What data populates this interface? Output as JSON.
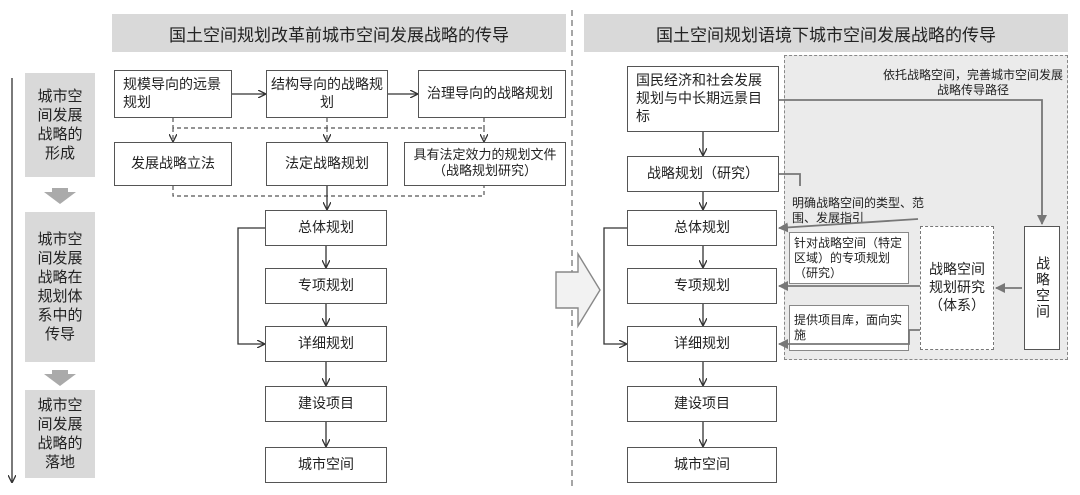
{
  "headers": {
    "left": "国土空间规划改革前城市空间发展战略的传导",
    "right": "国土空间规划语境下城市空间发展战略的传导"
  },
  "stages": [
    "城市空间发展战略的形成",
    "城市空间发展战略在规划体系中的传导",
    "城市空间发展战略的落地"
  ],
  "left": {
    "top_row": [
      "规模导向的远景规划",
      "结构导向的战略规划",
      "治理导向的战略规划"
    ],
    "second_row": [
      "发展战略立法",
      "法定战略规划",
      "具有法定效力的规划文件（战略规划研究）"
    ],
    "chain": [
      "总体规划",
      "专项规划",
      "详细规划",
      "建设项目",
      "城市空间"
    ]
  },
  "right": {
    "top": "国民经济和社会发展规划与中长期远景目标",
    "strategy": "战略规划（研究）",
    "chain": [
      "总体规划",
      "专项规划",
      "详细规划",
      "建设项目",
      "城市空间"
    ],
    "annotations": {
      "path": "依托战略空间，完善城市空间发展战略传导路径",
      "types": "明确战略空间的类型、范围、发展指引",
      "special": "针对战略空间（特定区域）的专项规划（研究）",
      "projects": "提供项目库，面向实施"
    },
    "research": "战略空间规划研究（体系）",
    "space": "战略空间"
  }
}
